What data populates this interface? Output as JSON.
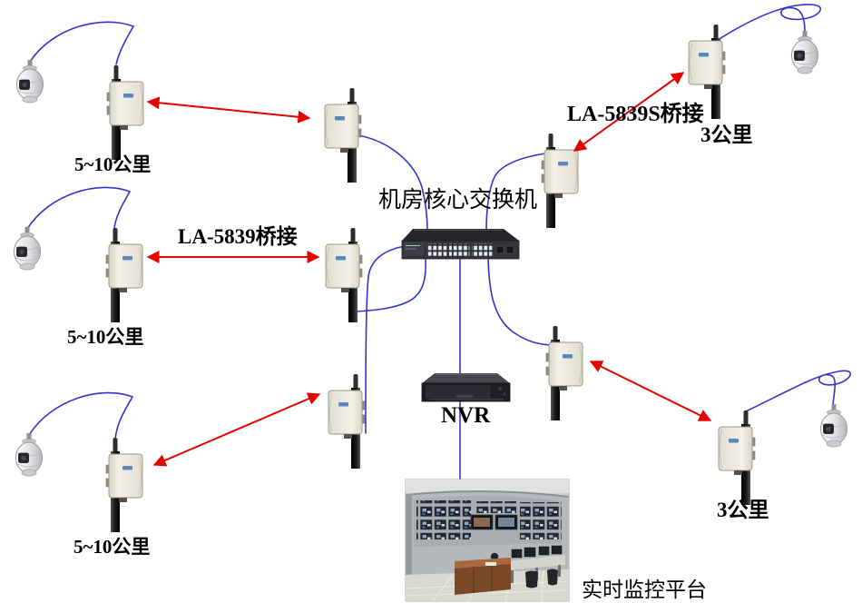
{
  "labels": {
    "distance_top_left": "5~10公里",
    "distance_mid_left": "5~10公里",
    "distance_bottom_left": "5~10公里",
    "link_la5839": "LA-5839桥接",
    "link_la5839s": "LA-5839S桥接",
    "distance_top_right": "3公里",
    "distance_bottom_right": "3公里",
    "core_switch": "机房核心交换机",
    "nvr": "NVR",
    "monitor_platform": "实时监控平台"
  },
  "colors": {
    "wireless-link": "#e60000",
    "network-cable": "#3333cc",
    "page-bg": "#ffffff"
  },
  "icons": {
    "dome_camera": "ptz-dome-camera-icon",
    "wireless_bridge": "outdoor-wireless-bridge-icon",
    "core_switch": "ethernet-switch-icon",
    "nvr": "nvr-recorder-icon",
    "control_room": "video-wall-control-room-photo"
  }
}
